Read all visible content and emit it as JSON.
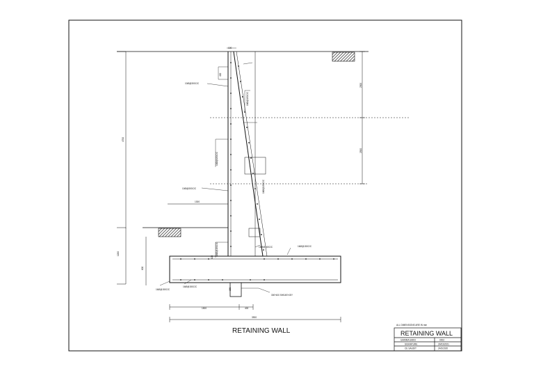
{
  "drawing": {
    "title": "RETAINING WALL",
    "annotations": {
      "bar_top_stem": "10Ø@300C/C",
      "bar_mid_stem": "10Ø@300C/C",
      "bar_front_vertical": "10Ø@150C/C",
      "bar_right_vertical": "16Ø@150C/C",
      "bar_right_mid": "16Ø@150C/C",
      "bar_right_lower": "16Ø@150C/C",
      "bar_heel_a": "16Ø@150C/C",
      "bar_heel_b": "16Ø@150C/C",
      "bar_toe": "16Ø@150C/C",
      "bar_toe_bottom": "16Ø@150C/C",
      "shear_key": "300*400 SHEAR KEY",
      "small_top": "100",
      "small_mid": "400",
      "small_low": "100",
      "dim_stem_total": "4700",
      "dim_right_upper": "2500",
      "dim_right_lower": "2500",
      "dim_left_upper": "1200",
      "dim_left_lower": "600",
      "dim_1300": "1300",
      "dim_150": "150",
      "dim_1500": "1500",
      "dim_400": "400",
      "dim_3900": "3900"
    }
  },
  "title_block": {
    "note": "ALL DIMENSIONS ARE IN mm",
    "title": "RETAINING WALL",
    "rows": [
      {
        "left": "GARIMA   SAINI",
        "right": "0002"
      },
      {
        "left": "SIGNATURE",
        "right": "24/03/2021"
      },
      {
        "left": "CE SAUDIT",
        "right": "24/3/2020"
      }
    ]
  }
}
